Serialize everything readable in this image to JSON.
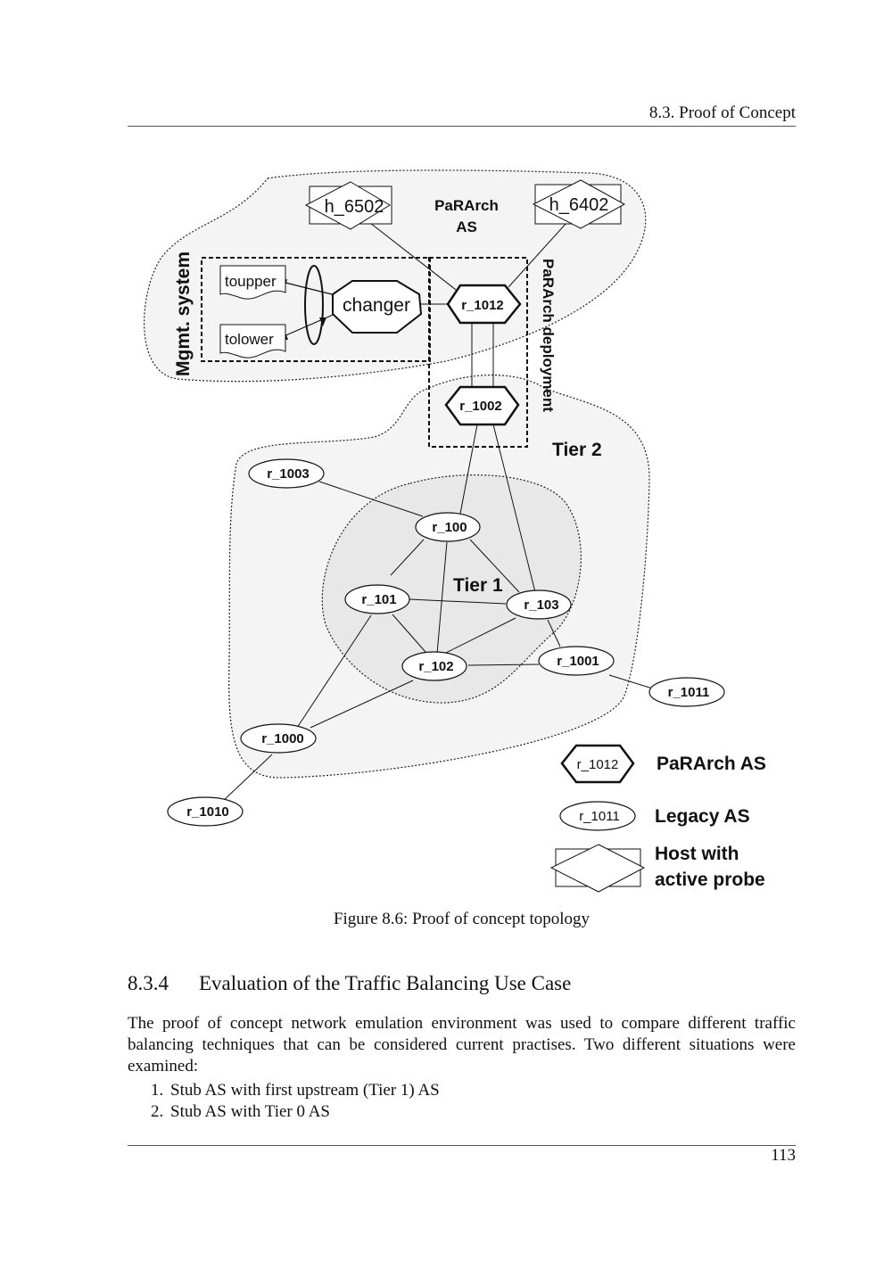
{
  "running_head": "8.3.   Proof of Concept",
  "figure": {
    "caption": "Figure 8.6: Proof of concept topology",
    "regions": {
      "pararch_as_label_line1": "PaRArch",
      "pararch_as_label_line2": "AS",
      "mgmt_system": "Mgmt. system",
      "pararch_deployment": "PaRArch deployment",
      "tier2": "Tier 2",
      "tier1": "Tier 1"
    },
    "nodes": {
      "h_6502": "h_6502",
      "h_6402": "h_6402",
      "toupper": "toupper",
      "tolower": "tolower",
      "changer": "changer",
      "r_1012": "r_1012",
      "r_1002": "r_1002",
      "r_1003": "r_1003",
      "r_100": "r_100",
      "r_101": "r_101",
      "r_102": "r_102",
      "r_103": "r_103",
      "r_1001": "r_1001",
      "r_1011": "r_1011",
      "r_1000": "r_1000",
      "r_1010": "r_1010"
    },
    "edges": [
      [
        "h_6502",
        "r_1012"
      ],
      [
        "h_6402",
        "r_1012"
      ],
      [
        "changer",
        "r_1012"
      ],
      [
        "changer",
        "toupper"
      ],
      [
        "changer",
        "tolower"
      ],
      [
        "r_1012",
        "r_1002"
      ],
      [
        "r_1012",
        "r_1002"
      ],
      [
        "r_1002",
        "r_100"
      ],
      [
        "r_1002",
        "r_103"
      ],
      [
        "r_1003",
        "r_100"
      ],
      [
        "r_100",
        "r_101"
      ],
      [
        "r_100",
        "r_102"
      ],
      [
        "r_100",
        "r_103"
      ],
      [
        "r_101",
        "r_103"
      ],
      [
        "r_101",
        "r_102"
      ],
      [
        "r_101",
        "r_1000"
      ],
      [
        "r_102",
        "r_103"
      ],
      [
        "r_102",
        "r_1001"
      ],
      [
        "r_102",
        "r_1000"
      ],
      [
        "r_103",
        "r_1001"
      ],
      [
        "r_1001",
        "r_1011"
      ],
      [
        "r_1000",
        "r_1010"
      ]
    ],
    "legend": [
      {
        "symbol": "hexagon",
        "sample": "r_1012",
        "label": "PaRArch AS"
      },
      {
        "symbol": "ellipse",
        "sample": "r_1011",
        "label": "Legacy AS"
      },
      {
        "symbol": "rect-diamond",
        "sample": "",
        "label_line1": "Host with",
        "label_line2": "active probe"
      }
    ]
  },
  "section": {
    "number": "8.3.4",
    "title": "Evaluation of the Traffic Balancing Use Case",
    "paragraph": "The proof of concept network emulation environment was used to compare different traffic balancing techniques that can be considered current practises.  Two different situations were examined:",
    "list": [
      {
        "marker": "1.",
        "text": "Stub AS with first upstream (Tier 1) AS"
      },
      {
        "marker": "2.",
        "text": "Stub AS with Tier 0 AS"
      }
    ]
  },
  "page_number": "113"
}
